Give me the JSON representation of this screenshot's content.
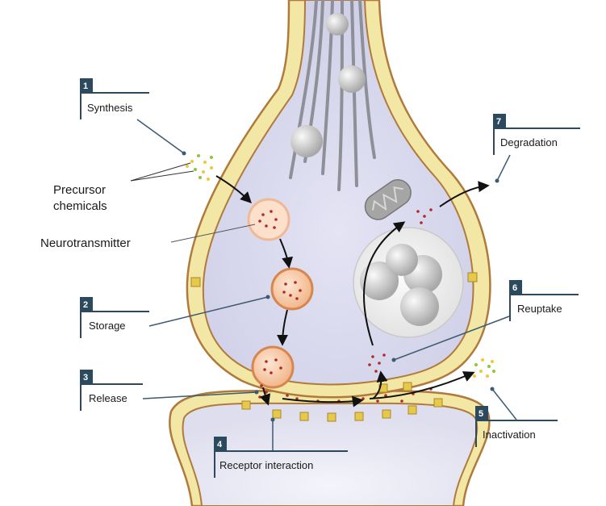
{
  "steps": [
    {
      "number": "1",
      "label": "Synthesis"
    },
    {
      "number": "2",
      "label": "Storage"
    },
    {
      "number": "3",
      "label": "Release"
    },
    {
      "number": "4",
      "label": "Receptor interaction"
    },
    {
      "number": "5",
      "label": "Inactivation"
    },
    {
      "number": "6",
      "label": "Reuptake"
    },
    {
      "number": "7",
      "label": "Degradation"
    }
  ],
  "annotations": {
    "precursor_line1": "Precursor",
    "precursor_line2": "chemicals",
    "neurotransmitter": "Neurotransmitter"
  },
  "colors": {
    "membrane_outer": "#f3e7a6",
    "membrane_line": "#b07a3c",
    "cytoplasm": "#dcdcf0",
    "vesicle": "#f0a970",
    "label_bar": "#2b4a5e",
    "leader": "#3c5a70"
  }
}
